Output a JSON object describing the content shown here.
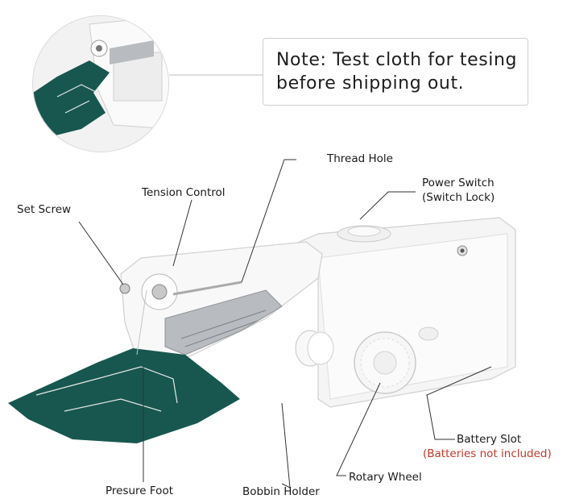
{
  "note": {
    "line1": "Note: Test cloth for tesing",
    "line2": "before shipping out."
  },
  "labels": {
    "thread_hole": "Thread Hole",
    "power_switch_line1": "Power Switch",
    "power_switch_line2": "(Switch Lock)",
    "tension_control": "Tension Control",
    "set_screw": "Set Screw",
    "battery_slot": "Battery Slot",
    "batteries_note": "(Batteries not included)",
    "rotary_wheel": "Rotary Wheel",
    "bobbin_holder": "Bobbin Holder",
    "presure_foot": "Presure Foot"
  },
  "colors": {
    "cloth": "#17574f",
    "body": "#f4f4f4",
    "outline": "#d0d0d0",
    "metal": "#b8bcc0",
    "leader": "#333333",
    "warning_text": "#c0392b"
  }
}
